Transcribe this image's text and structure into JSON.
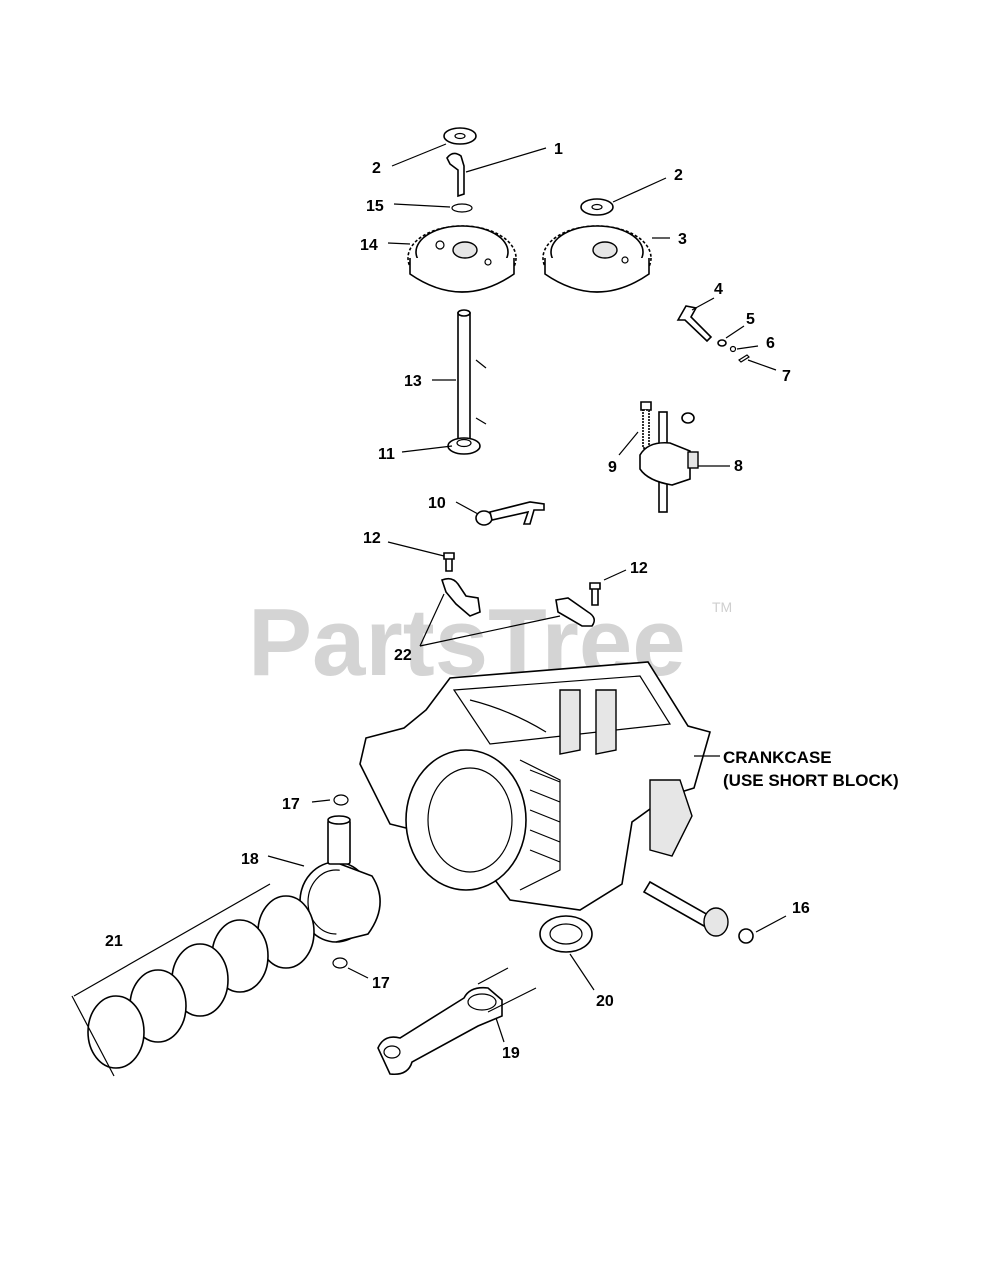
{
  "watermark": {
    "text": "PartsTree",
    "trademark": "TM"
  },
  "callouts": {
    "c1": "1",
    "c2a": "2",
    "c2b": "2",
    "c3": "3",
    "c4": "4",
    "c5": "5",
    "c6": "6",
    "c7": "7",
    "c8": "8",
    "c9": "9",
    "c10": "10",
    "c11": "11",
    "c12a": "12",
    "c12b": "12",
    "c13": "13",
    "c14": "14",
    "c15": "15",
    "c16": "16",
    "c17a": "17",
    "c17b": "17",
    "c18": "18",
    "c19": "19",
    "c20": "20",
    "c21": "21",
    "c22": "22"
  },
  "crankcase_note": {
    "line1": "CRANKCASE",
    "line2": "(USE SHORT BLOCK)"
  }
}
